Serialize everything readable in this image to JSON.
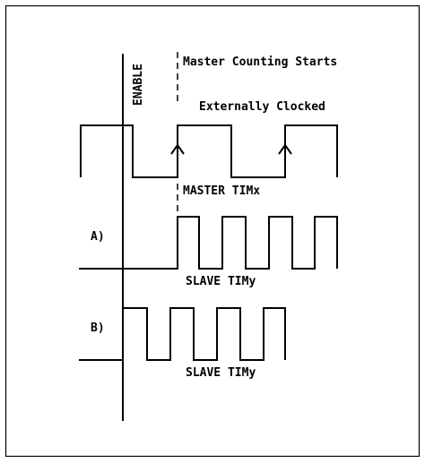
{
  "diagram": {
    "enable_label": "ENABLE",
    "master_start_label": "Master Counting Starts",
    "external_clock_label": "Externally Clocked",
    "master_label": "MASTER TIMx",
    "case_a_label": "A)",
    "case_b_label": "B)",
    "slave_a_label": "SLAVE TIMy",
    "slave_b_label": "SLAVE TIMy"
  },
  "colors": {
    "ink": "#000000",
    "background": "#ffffff"
  }
}
